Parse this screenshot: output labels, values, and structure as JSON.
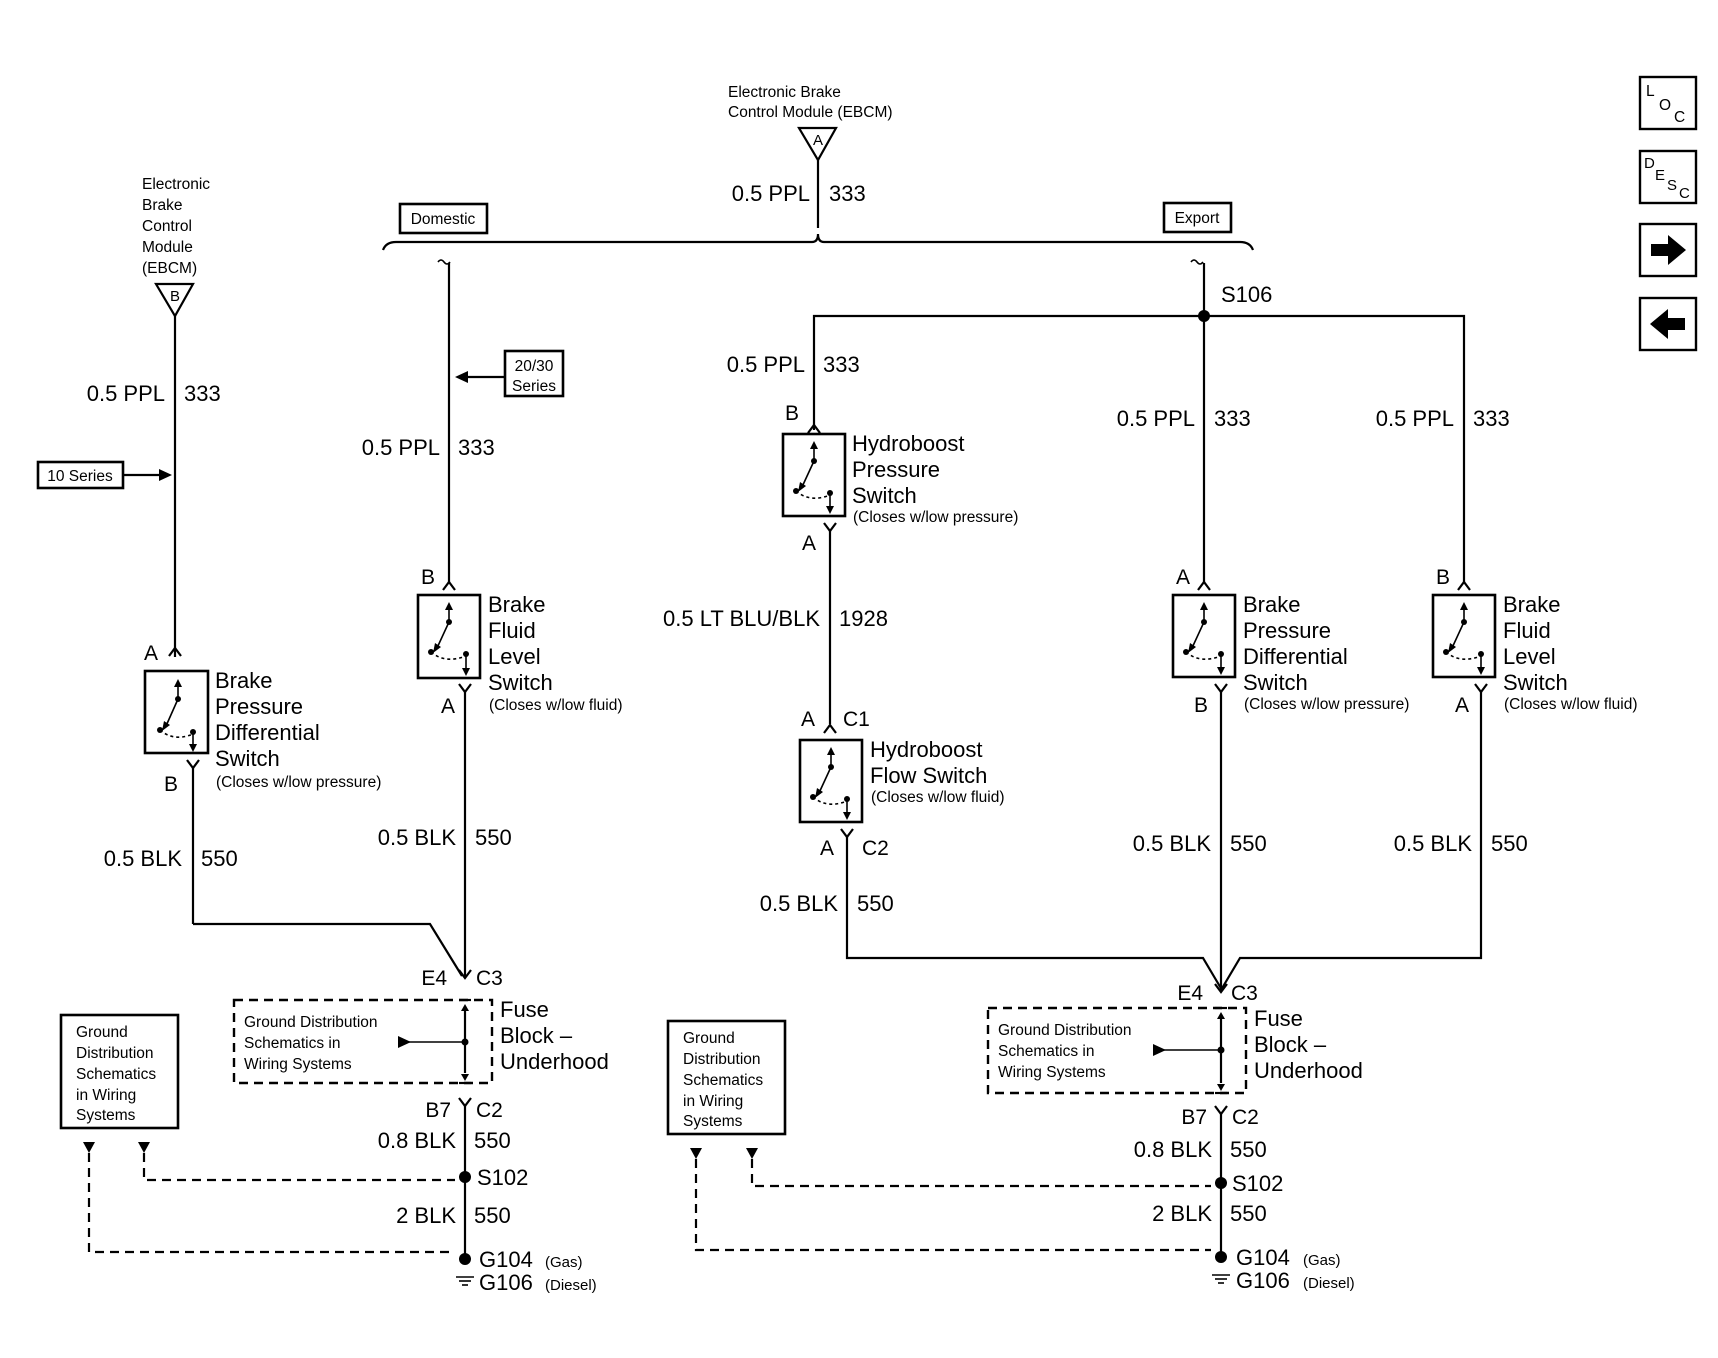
{
  "top_module": {
    "line1": "Electronic Brake",
    "line2": "Control Module (EBCM)",
    "pin": "A"
  },
  "left_module": {
    "lines": [
      "Electronic",
      "Brake",
      "Control",
      "Module",
      "(EBCM)"
    ],
    "pin": "B"
  },
  "tags": {
    "domestic": "Domestic",
    "export": "Export",
    "ten_series": "10 Series",
    "twenty_thirty": [
      "20/30",
      "Series"
    ]
  },
  "splices": {
    "s106": "S106",
    "s102": "S102"
  },
  "wires": {
    "ppl": "0.5 PPL",
    "ppl_circuit": "333",
    "blk05": "0.5 BLK",
    "blk_circuit": "550",
    "blk08": "0.8 BLK",
    "blk2": "2 BLK",
    "ltblu": "0.5 LT BLU/BLK",
    "ltblu_circuit": "1928"
  },
  "pins": {
    "a": "A",
    "b": "B",
    "c1": "C1",
    "c2": "C2",
    "c3": "C3",
    "e4": "E4",
    "b7": "B7"
  },
  "components": {
    "bpds": {
      "lines": [
        "Brake",
        "Pressure",
        "Differential",
        "Switch"
      ],
      "note": "(Closes w/low pressure)"
    },
    "bfls": {
      "lines": [
        "Brake",
        "Fluid",
        "Level",
        "Switch"
      ],
      "note": "(Closes w/low fluid)"
    },
    "hps": {
      "lines": [
        "Hydroboost",
        "Pressure",
        "Switch"
      ],
      "note": "(Closes w/low pressure)"
    },
    "hfs": {
      "lines": [
        "Hydroboost",
        "Flow Switch"
      ],
      "note": "(Closes w/low fluid)"
    },
    "fuse_block": {
      "lines": [
        "Fuse",
        "Block –",
        "Underhood"
      ]
    }
  },
  "ground_dist_small": [
    "Ground Distribution",
    "Schematics in",
    "Wiring Systems"
  ],
  "ground_dist_box": [
    "Ground",
    "Distribution",
    "Schematics",
    "in Wiring",
    "Systems"
  ],
  "grounds": {
    "g104": "G104",
    "gas": "(Gas)",
    "g106": "G106",
    "diesel": "(Diesel)"
  },
  "nav_buttons": [
    {
      "name": "loc-button",
      "letters": [
        "L",
        "O",
        "C"
      ]
    },
    {
      "name": "desc-button",
      "letters": [
        "D",
        "E",
        "S",
        "C"
      ]
    },
    {
      "name": "next-arrow-button",
      "icon": "arrow-right-icon"
    },
    {
      "name": "back-arrow-button",
      "icon": "arrow-left-icon"
    }
  ]
}
